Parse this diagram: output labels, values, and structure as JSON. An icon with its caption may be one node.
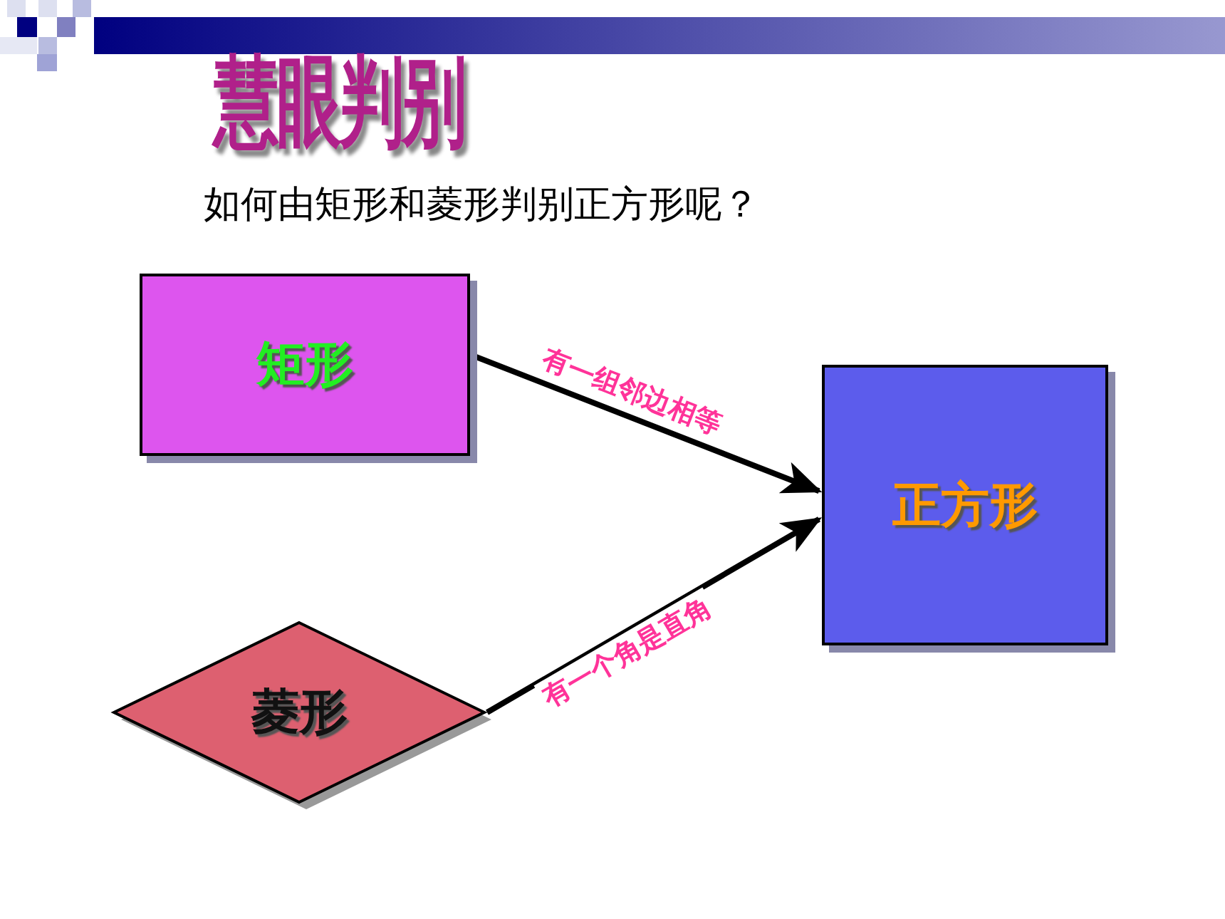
{
  "diagram": {
    "title": "慧眼判别",
    "nodes": [
      {
        "text": [
          "矩形"
        ]
      },
      {
        "text": [
          "菱形"
        ]
      },
      {
        "text": [
          "正方形"
        ]
      }
    ],
    "edges": [
      {
        "from": 0,
        "to": 2,
        "arrow": "to",
        "label": "有一组邻边相等"
      },
      {
        "from": 1,
        "to": 2,
        "arrow": "to",
        "label": "有一个角是直角"
      }
    ],
    "labels": [
      "如何由矩形和菱形判别正方形呢？"
    ]
  }
}
